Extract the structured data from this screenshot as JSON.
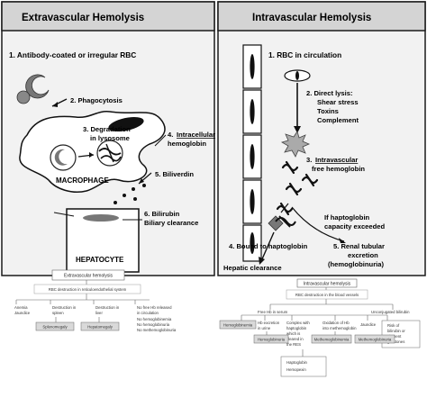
{
  "extravascular": {
    "title": "Extravascular Hemolysis",
    "step1": "1.  Antibody-coated or irregular RBC",
    "step2": "2. Phagocytosis",
    "step3_line1": "3. Degradation",
    "step3_line2": "in lysosome",
    "step4_num": "4.",
    "step4_underlined": "Intracellular",
    "step4_line2": "hemoglobin",
    "step5": "5. Biliverdin",
    "macrophage": "MACROPHAGE",
    "step6_line1": "6. Bilirubin",
    "step6_line2": "Biliary clearance",
    "hepatocyte": "HEPATOCYTE",
    "flowchart": {
      "top": "Extravascular hemolysis",
      "second": "RBC destruction in reticuloendothelial system",
      "branch1_line1": "Anemia",
      "branch1_line2": "Jaundice",
      "branch2_line1": "Destruction in",
      "branch2_line2": "spleen",
      "branch3_line1": "Destruction in",
      "branch3_line2": "liver",
      "branch4_line1": "No free Hb released",
      "branch4_line2": "in circulation",
      "no_list": [
        "No hemoglobinemia",
        "No hemoglobinuria",
        "No methemoglobinuria"
      ],
      "box_spleen": "Splenomegaly",
      "box_liver": "Hepatomegaly"
    }
  },
  "intravascular": {
    "title": "Intravascular Hemolysis",
    "step1": "1.  RBC in circulation",
    "step2_line1": "2. Direct lysis:",
    "step2_line2": "Shear stress",
    "step2_line3": "Toxins",
    "step2_line4": "Complement",
    "step3_num": "3.",
    "step3_underlined": "Intravascular",
    "step3_line2": "free hemoglobin",
    "hapto_line1": "If haptoglobin",
    "hapto_line2": "capacity exceeded",
    "step4": "4. Bound to haptoglobin",
    "step5_line1": "5. Renal tubular",
    "step5_line2": "excretion",
    "step5_line3": "(hemoglobinuria)",
    "hepatic": "Hepatic clearance",
    "flowchart": {
      "top": "Intravascular hemolysis",
      "second": "RBC destruction in the blood vessels",
      "free_hb": "Free Hb in serum",
      "unconj": "Unconjugated bilirubin",
      "hemoglobinemia": "Hemoglobinemia",
      "hb_excretion_line1": "Hb excretion",
      "hb_excretion_line2": "in urine",
      "complex_lines": [
        "Complex with",
        "haptoglobin",
        "which is",
        "cleared in",
        "the RES"
      ],
      "oxidation_line1": "Oxidation of Hb",
      "oxidation_line2": "into methemoglobin",
      "jaundice": "Jaundice",
      "risk_lines": [
        "Risk of",
        "bilirubin or",
        "pigment",
        "gallstones"
      ],
      "hemoglobinuria": "Hemoglobinuria",
      "methemoglobinemia": "Methemoglobinemia",
      "methemoglobinuria": "Methemoglobinuria",
      "down_hapto": "Haptoglobin",
      "down_hemo": "Hemopexin"
    }
  },
  "colors": {
    "panel_fill": "#f2f2f2",
    "header_fill": "#d4d4d4",
    "border": "#1a1a1a",
    "fc_box": "#d9d9d9",
    "fc_line": "#666666"
  }
}
